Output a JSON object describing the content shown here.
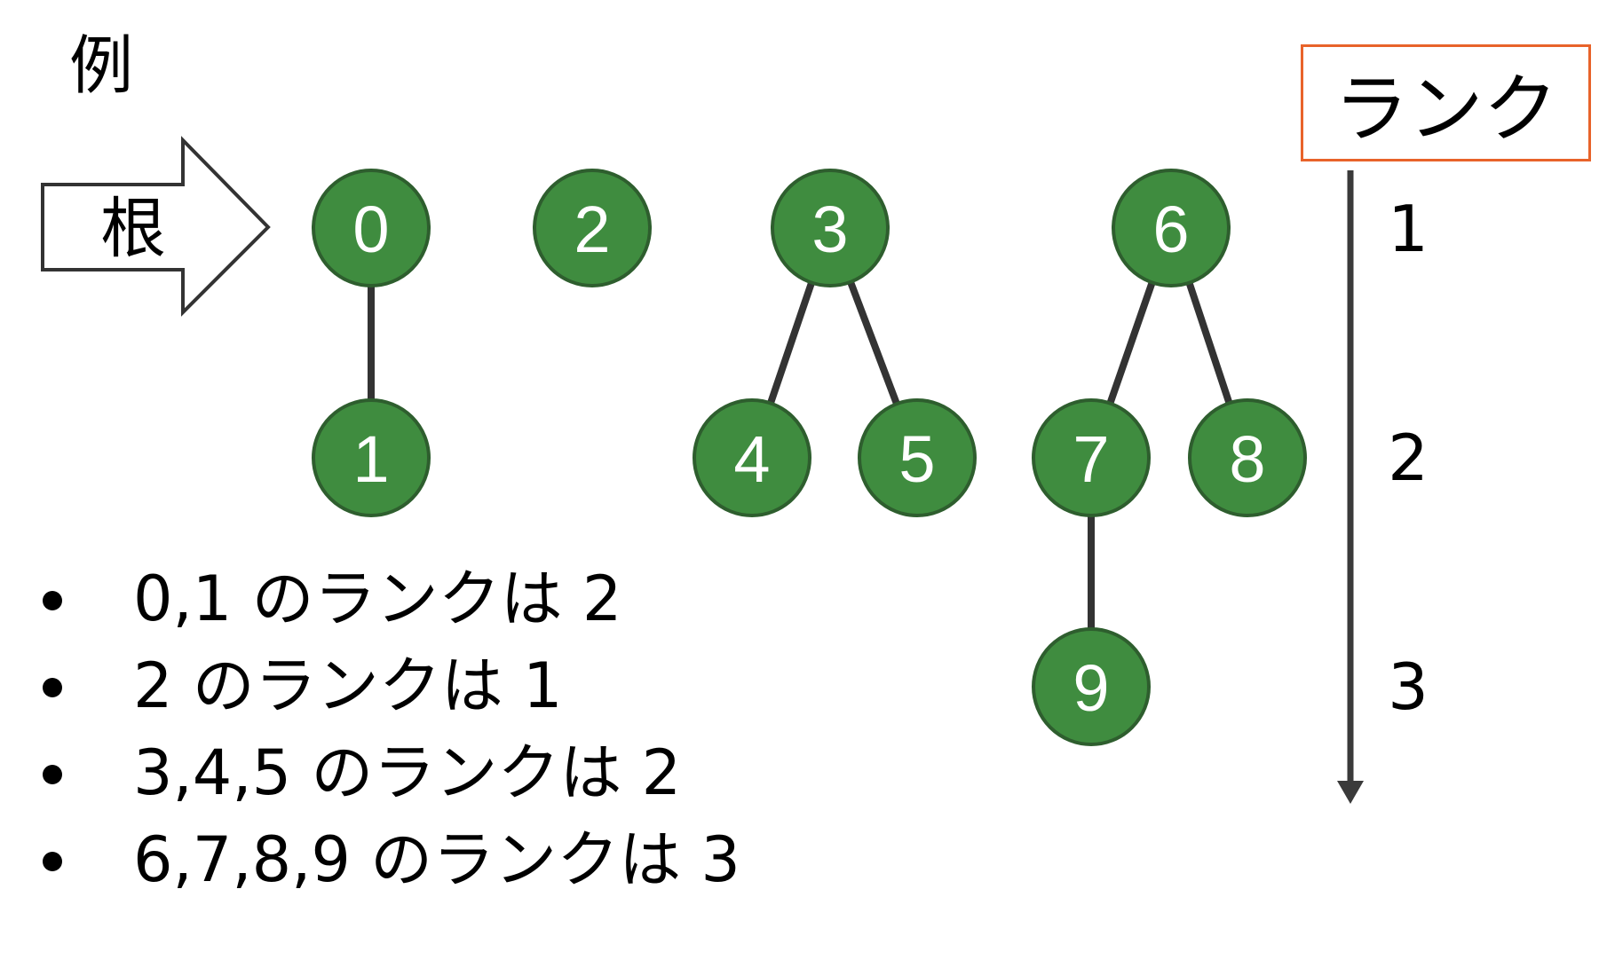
{
  "title": "例",
  "root_arrow": {
    "label": "根"
  },
  "rank_axis": {
    "header": "ランク",
    "levels": [
      "1",
      "2",
      "3"
    ]
  },
  "trees": {
    "nodes": [
      {
        "id": "0",
        "level": 1
      },
      {
        "id": "1",
        "level": 2
      },
      {
        "id": "2",
        "level": 1
      },
      {
        "id": "3",
        "level": 1
      },
      {
        "id": "4",
        "level": 2
      },
      {
        "id": "5",
        "level": 2
      },
      {
        "id": "6",
        "level": 1
      },
      {
        "id": "7",
        "level": 2
      },
      {
        "id": "8",
        "level": 2
      },
      {
        "id": "9",
        "level": 3
      }
    ],
    "edges": [
      [
        "0",
        "1"
      ],
      [
        "3",
        "4"
      ],
      [
        "3",
        "5"
      ],
      [
        "6",
        "7"
      ],
      [
        "6",
        "8"
      ],
      [
        "7",
        "9"
      ]
    ],
    "node_fill": "#3F8C3F",
    "node_stroke": "#2E5E2E",
    "edge_color": "#333333"
  },
  "bullets": [
    "0,1 のランクは 2",
    "2 のランクは 1",
    "3,4,5 のランクは 2",
    "6,7,8,9 のランクは 3"
  ]
}
